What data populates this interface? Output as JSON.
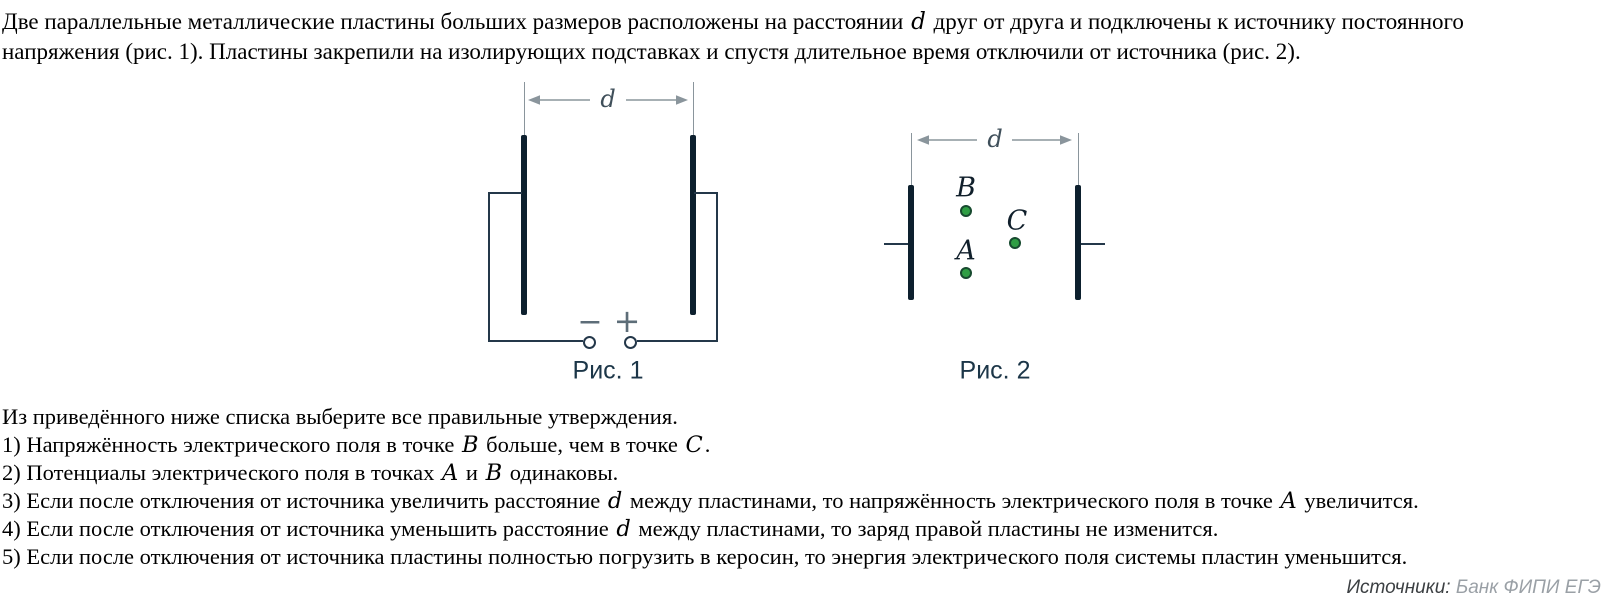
{
  "intro": {
    "line1": [
      {
        "t": "Две параллельные металлические пластины больших размеров расположены на расстоянии "
      },
      {
        "v": "d"
      },
      {
        "t": " друг от друга и подключены к источнику постоянного"
      }
    ],
    "line2": [
      {
        "t": "напряжения (рис. 1). Пластины закрепили на изолирующих подставках и спустя длительное время отключили от источника (рис. 2)."
      }
    ]
  },
  "figure1": {
    "caption": "Рис. 1",
    "distance_label": "d",
    "minus_label": "−",
    "plus_label": "+"
  },
  "figure2": {
    "caption": "Рис. 2",
    "distance_label": "d",
    "points": [
      {
        "label": "B"
      },
      {
        "label": "C"
      },
      {
        "label": "A"
      }
    ]
  },
  "task": {
    "prompt": "Из приведённого ниже списка выберите все правильные утверждения.",
    "statements": [
      [
        {
          "t": "1) Напряжённость электрического поля в точке "
        },
        {
          "v": "B"
        },
        {
          "t": " больше, чем в точке "
        },
        {
          "v": "C"
        },
        {
          "t": "."
        }
      ],
      [
        {
          "t": "2) Потенциалы электрического поля в точках "
        },
        {
          "v": "A"
        },
        {
          "t": " и "
        },
        {
          "v": "B"
        },
        {
          "t": " одинаковы."
        }
      ],
      [
        {
          "t": "3) Если после отключения от источника увеличить расстояние "
        },
        {
          "v": "d"
        },
        {
          "t": " между пластинами, то напряжённость электрического поля в точке "
        },
        {
          "v": "A"
        },
        {
          "t": " увеличится."
        }
      ],
      [
        {
          "t": "4) Если после отключения от источника уменьшить расстояние "
        },
        {
          "v": "d"
        },
        {
          "t": " между пластинами, то заряд правой пластины не изменится."
        }
      ],
      [
        {
          "t": "5) Если после отключения от источника пластины полностью погрузить в керосин, то энергия электрического поля системы пластин уменьшится."
        }
      ]
    ]
  },
  "footer": {
    "label": "Источники:",
    "source": "Банк ФИПИ ЕГЭ"
  },
  "colors": {
    "plate": "#0d202e",
    "wire": "#24384a",
    "dimension": "#8a959c",
    "point_fill": "#2f9e44",
    "point_border": "#174a2f",
    "caption": "#1c3648",
    "footer_source": "#9aa0a6"
  }
}
